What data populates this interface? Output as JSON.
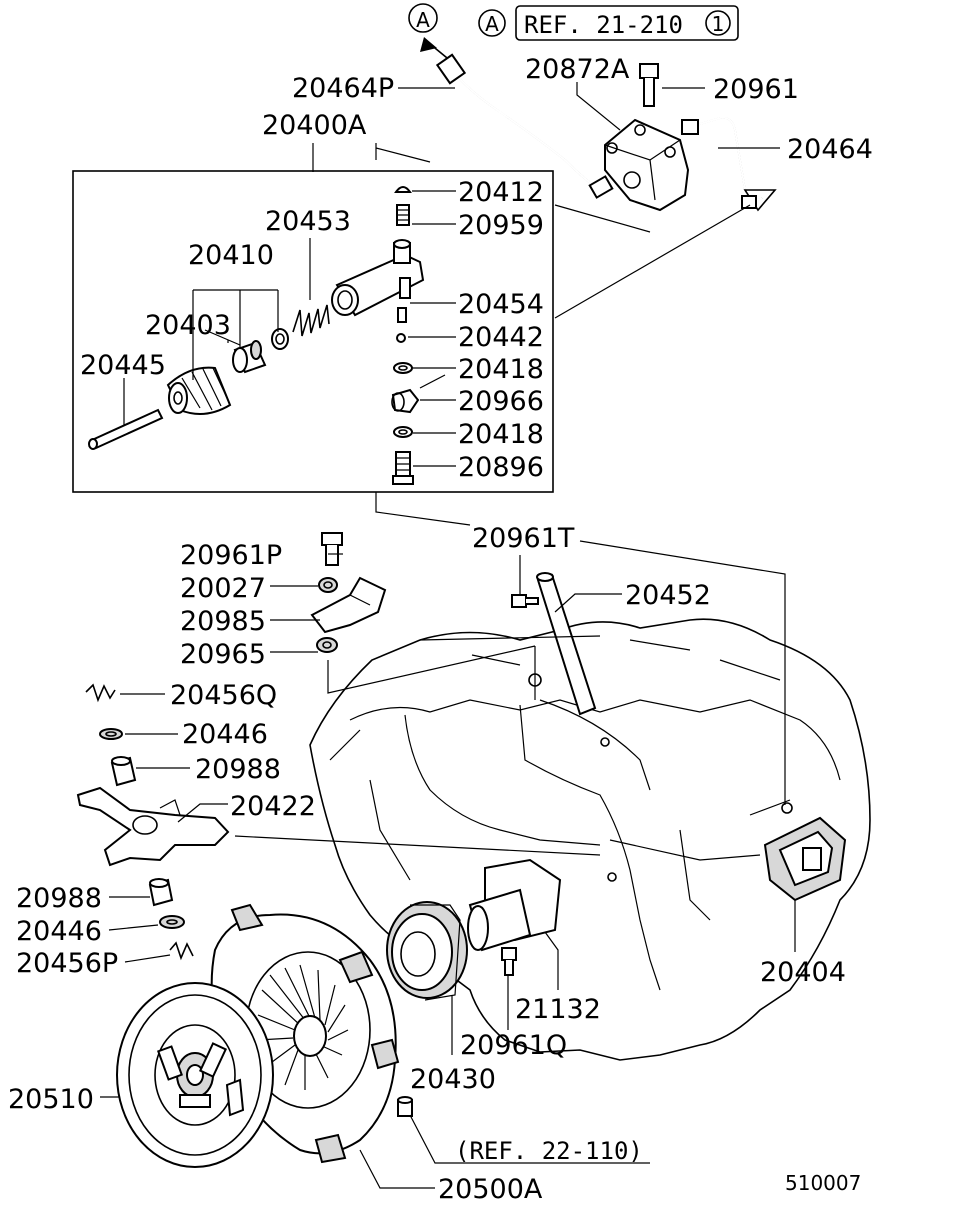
{
  "header": {
    "marker_a": "A",
    "ref_text": "REF. 21-210",
    "ref_circle": "1"
  },
  "labels": {
    "p20464P": "20464P",
    "p20872A": "20872A",
    "p20961": "20961",
    "p20464": "20464",
    "p20400A": "20400A",
    "p20412": "20412",
    "p20959": "20959",
    "p20453": "20453",
    "p20410": "20410",
    "p20454": "20454",
    "p20403": "20403",
    "p20442": "20442",
    "p20418a": "20418",
    "p20445": "20445",
    "p20966": "20966",
    "p20418b": "20418",
    "p20896": "20896",
    "p20961T": "20961T",
    "p20961P": "20961P",
    "p20027": "20027",
    "p20452": "20452",
    "p20985": "20985",
    "p20965": "20965",
    "p20456Q": "20456Q",
    "p20446a": "20446",
    "p20988a": "20988",
    "p20422": "20422",
    "p20988b": "20988",
    "p20446b": "20446",
    "p20456P": "20456P",
    "p20404": "20404",
    "p21132": "21132",
    "p20961Q": "20961Q",
    "p20430": "20430",
    "p20510": "20510",
    "ref22": "(REF. 22-110)",
    "p20500A": "20500A",
    "drawing_no": "510007"
  }
}
